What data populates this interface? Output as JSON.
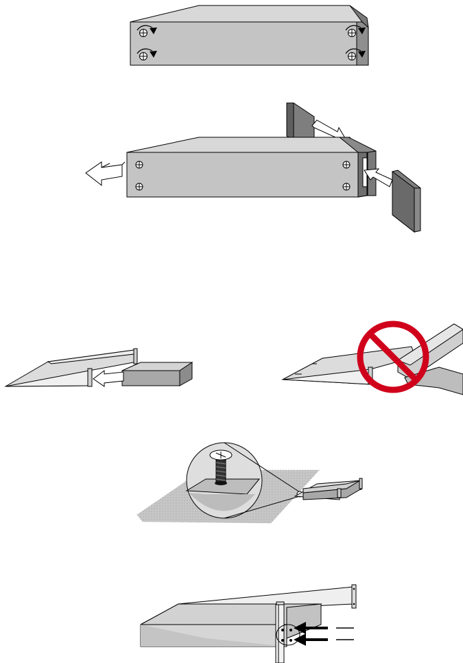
{
  "figures": [
    {
      "id": "fig1",
      "subject": "rack-unit-screws-loosen"
    },
    {
      "id": "fig2",
      "subject": "rack-unit-bracket-removal"
    },
    {
      "id": "fig3a",
      "subject": "shelf-slide-in-allowed"
    },
    {
      "id": "fig3b",
      "subject": "shelf-overload-prohibited"
    },
    {
      "id": "fig4",
      "subject": "shelf-mounting-screw-detail"
    },
    {
      "id": "fig5",
      "subject": "shelf-rack-rail-mount"
    }
  ],
  "colors": {
    "outline": "#000000",
    "panel_front": "#c8c8c8",
    "panel_top": "#d4d4d4",
    "panel_side": "#8a8a8a",
    "bracket": "#7a7a7a",
    "shelf_light": "#eeeeee",
    "prohibition_red": "#d0021b",
    "arrow_fill": "#ffffff",
    "surface_dotted": "#b9b9b9"
  },
  "icons": [
    "screw-icon",
    "rotate-arrow-icon",
    "direction-arrow-icon",
    "prohibition-sign-icon",
    "magnifier-callout-icon"
  ]
}
